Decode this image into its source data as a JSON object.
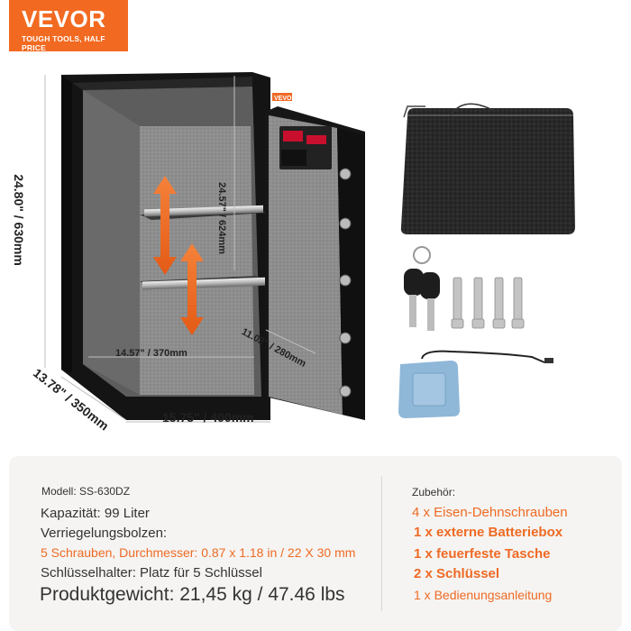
{
  "logo": {
    "brand": "VEVOR",
    "tagline": "TOUGH TOOLS, HALF PRICE",
    "color": "#f26a21"
  },
  "safe_badge": "VEVOR",
  "dimensions": {
    "height_outer": "24.80\" / 630mm",
    "height_inner": "24.57\" / 624mm",
    "depth_outer": "13.78\" / 350mm",
    "width_outer": "15.75\" / 400mm",
    "width_inner": "14.57\" / 370mm",
    "depth_inner": "11.02\" / 280mm"
  },
  "specs": {
    "model": "Modell: SS-630DZ",
    "capacity": "Kapazität: 99 Liter",
    "bolts_label": "Verriegelungsbolzen:",
    "bolts_value": "5 Schrauben, Durchmesser: 0.87 x 1.18 in / 22 X 30 mm",
    "key_holder": "Schlüsselhalter: Platz für 5 Schlüssel",
    "weight": "Produktgewicht: 21,45 kg / 47.46 lbs"
  },
  "accessories": {
    "title": "Zubehör:",
    "items": [
      "4 x Eisen-Dehnschrauben",
      "1 x externe Batteriebox",
      "1 x feuerfeste Tasche",
      "2 x Schlüssel",
      "1 x Bedienungsanleitung"
    ]
  },
  "colors": {
    "accent": "#ef6a24",
    "text": "#333333",
    "panel": "#f5f4f2"
  }
}
